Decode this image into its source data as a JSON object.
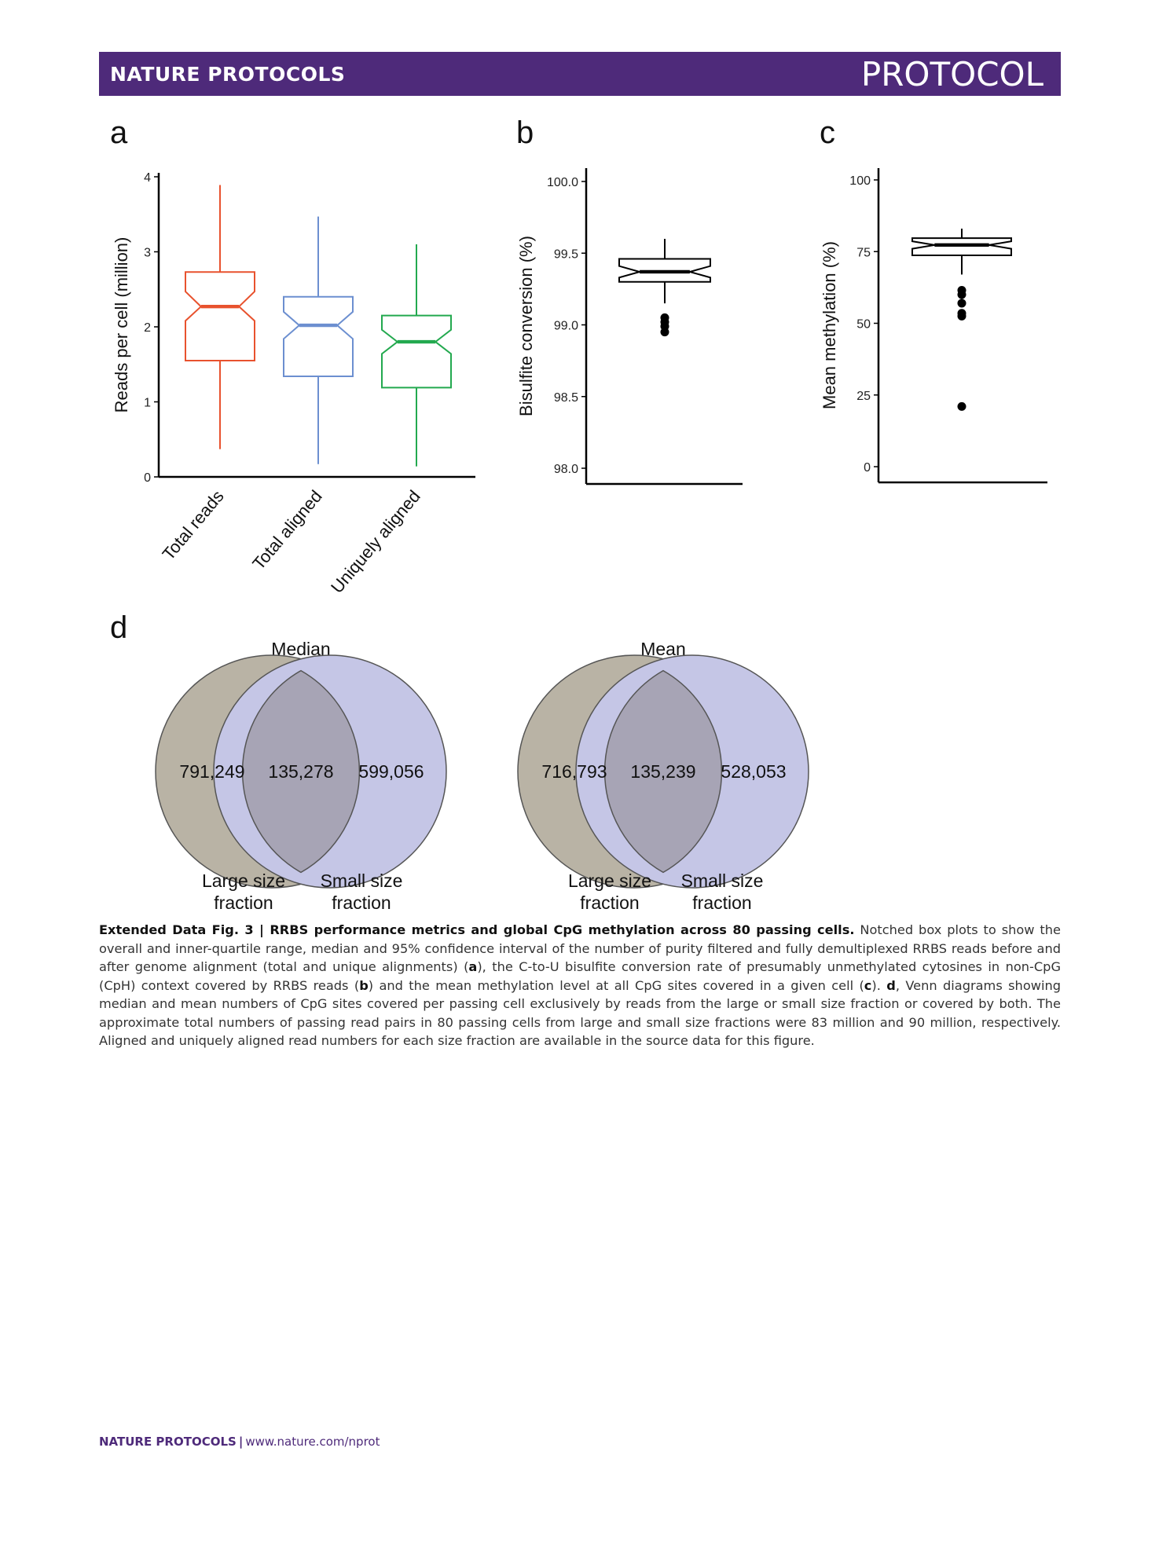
{
  "header": {
    "journal": "NATURE PROTOCOLS",
    "section": "PROTOCOL"
  },
  "panels": {
    "a": "a",
    "b": "b",
    "c": "c",
    "d": "d"
  },
  "chart_data": [
    {
      "panel": "a",
      "type": "boxplot",
      "ylabel": "Reads per cell (million)",
      "ylim": [
        0,
        4
      ],
      "yticks": [
        0,
        1,
        2,
        3,
        4
      ],
      "categories": [
        "Total reads",
        "Total aligned",
        "Uniquely aligned"
      ],
      "colors": [
        "#e8522e",
        "#6c8fd0",
        "#23a94f"
      ],
      "boxes": [
        {
          "min": 0.37,
          "q1": 1.55,
          "median": 2.27,
          "q3": 2.73,
          "max": 3.89,
          "notch_low": 2.08,
          "notch_high": 2.47
        },
        {
          "min": 0.17,
          "q1": 1.34,
          "median": 2.02,
          "q3": 2.4,
          "max": 3.47,
          "notch_low": 1.84,
          "notch_high": 2.2
        },
        {
          "min": 0.14,
          "q1": 1.19,
          "median": 1.8,
          "q3": 2.15,
          "max": 3.1,
          "notch_low": 1.64,
          "notch_high": 1.96
        }
      ]
    },
    {
      "panel": "b",
      "type": "boxplot",
      "ylabel": "Bisulfite conversion (%)",
      "ylim": [
        98.0,
        100.0
      ],
      "yticks": [
        "98.0",
        "98.5",
        "99.0",
        "99.5",
        "100.0"
      ],
      "color": "#000000",
      "box": {
        "min": 99.15,
        "q1": 99.3,
        "median": 99.37,
        "q3": 99.46,
        "max": 99.6,
        "notch_low": 99.33,
        "notch_high": 99.41
      },
      "outliers": [
        99.05,
        99.02,
        98.99,
        98.95
      ]
    },
    {
      "panel": "c",
      "type": "boxplot",
      "ylabel": "Mean methylation (%)",
      "ylim": [
        0,
        100
      ],
      "yticks": [
        0,
        25,
        50,
        75,
        100
      ],
      "color": "#000000",
      "box": {
        "min": 67,
        "q1": 73.7,
        "median": 77.3,
        "q3": 79.7,
        "max": 83,
        "notch_low": 76.0,
        "notch_high": 78.6
      },
      "outliers": [
        61.5,
        60,
        57,
        53.5,
        52.5,
        21
      ]
    }
  ],
  "venn": [
    {
      "title": "Median",
      "left": "791,249",
      "center": "135,278",
      "right": "599,056",
      "left_label": [
        "Large size",
        "fraction"
      ],
      "right_label": [
        "Small size",
        "fraction"
      ]
    },
    {
      "title": "Mean",
      "left": "716,793",
      "center": "135,239",
      "right": "528,053",
      "left_label": [
        "Large size",
        "fraction"
      ],
      "right_label": [
        "Small size",
        "fraction"
      ]
    }
  ],
  "venn_colors": {
    "left": "#b9b3a5",
    "right": "#c5c6e6",
    "overlap": "#a7a4b5",
    "stroke": "#555555"
  },
  "caption": {
    "title": "Extended Data Fig. 3 | RRBS performance metrics and global CpG methylation across 80 passing cells.",
    "t1": " Notched box plots to show the overall and inner-quartile range, median and 95% confidence interval of the number of purity filtered and fully demultiplexed RRBS reads before and after genome alignment (total and unique alignments) (",
    "a": "a",
    "t2": "), the C-to-U bisulfite conversion rate of presumably unmethylated cytosines in non-CpG (CpH) context covered by RRBS reads (",
    "b": "b",
    "t3": ") and the mean methylation level at all CpG sites covered in a given cell (",
    "c": "c",
    "t4": "). ",
    "d": "d",
    "t5": ", Venn diagrams showing median and mean numbers of CpG sites covered per passing cell exclusively by reads from the large or small size fraction or covered by both. The approximate total numbers of passing read pairs in 80 passing cells from large and small size fractions were 83 million and 90 million, respectively. Aligned and uniquely aligned read numbers for each size fraction are available in the source data for this figure."
  },
  "footer": {
    "journal": "NATURE PROTOCOLS",
    "sep": "|",
    "url": "www.nature.com/nprot"
  }
}
